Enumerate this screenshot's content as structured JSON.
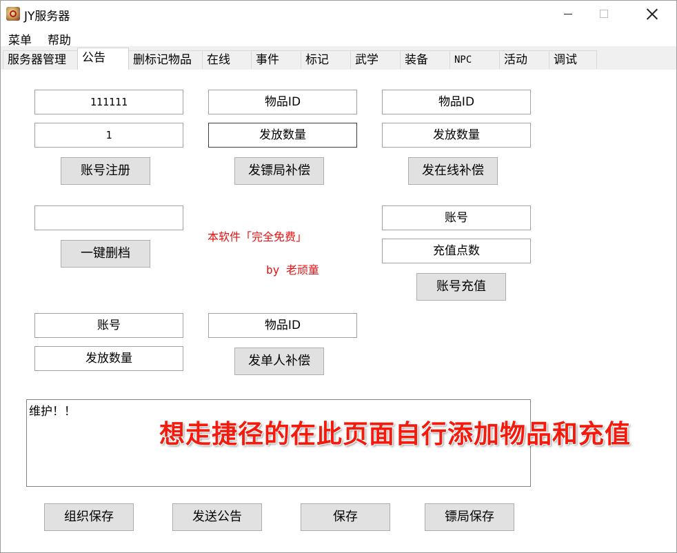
{
  "window": {
    "title": "JY服务器"
  },
  "menu": [
    "菜单",
    "帮助"
  ],
  "tabs": [
    "服务器管理",
    "公告",
    "删标记物品",
    "在线",
    "事件",
    "标记",
    "武学",
    "装备",
    "NPC",
    "活动",
    "调试"
  ],
  "active_tab": "公告",
  "left_group": {
    "field1_value": "111111",
    "field2_value": "1",
    "register_button": "账号注册"
  },
  "mid_group": {
    "item_id": "物品ID",
    "quantity": "发放数量",
    "button": "发镖局补偿"
  },
  "right_group": {
    "item_id": "物品ID",
    "quantity": "发放数量",
    "button": "发在线补偿"
  },
  "delete_group": {
    "field_value": "",
    "button": "一键删档"
  },
  "promo": {
    "line1": "本软件「完全免费」",
    "line2": "by 老顽童"
  },
  "recharge_group": {
    "account": "账号",
    "points": "充值点数",
    "button": "账号充值"
  },
  "single_group": {
    "account": "账号",
    "quantity": "发放数量",
    "item_id": "物品ID",
    "button": "发单人补偿"
  },
  "notice": {
    "text": "维护！！"
  },
  "overlay_caption": "想走捷径的在此页面自行添加物品和充值",
  "bottom_buttons": {
    "org_save": "组织保存",
    "send_notice": "发送公告",
    "save": "保存",
    "escort_save": "镖局保存"
  }
}
